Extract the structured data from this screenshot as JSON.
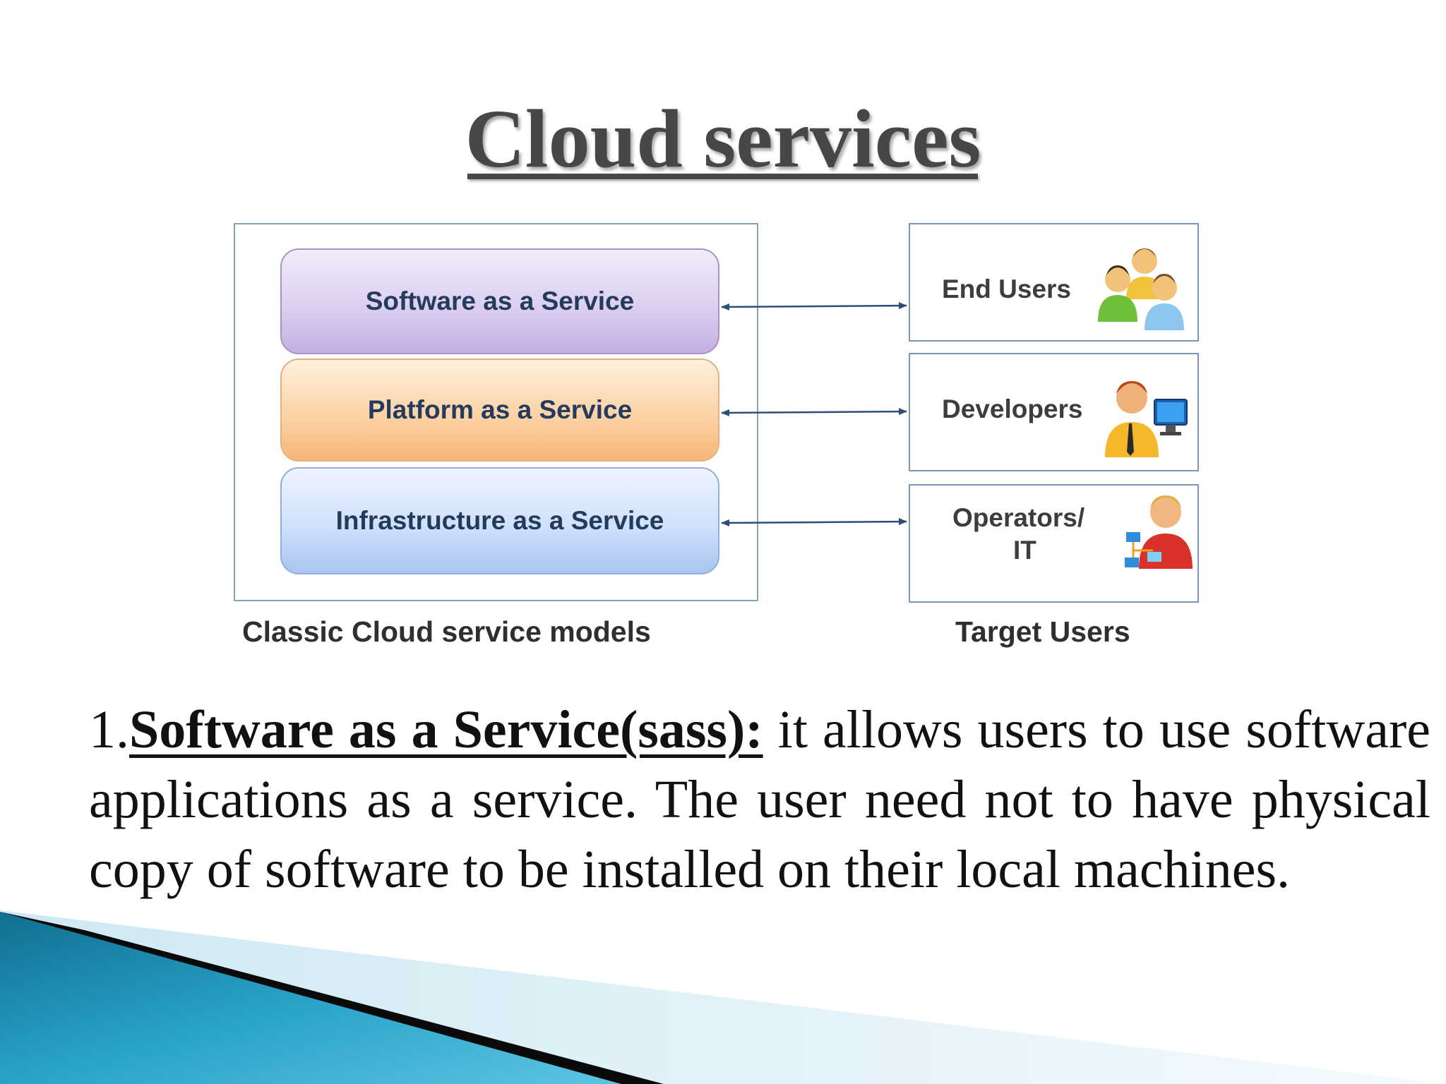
{
  "slide": {
    "title": "Cloud services"
  },
  "diagram": {
    "models": [
      {
        "label": "Software as a Service"
      },
      {
        "label": "Platform as a Service"
      },
      {
        "label": "Infrastructure as a Service"
      }
    ],
    "models_caption": "Classic Cloud service models",
    "users": [
      {
        "label": "End Users",
        "icon": "end-users-icon"
      },
      {
        "label": "Developers",
        "icon": "developer-icon"
      },
      {
        "label": "Operators/",
        "label2": "IT",
        "icon": "operator-icon"
      }
    ],
    "users_caption": "Target Users"
  },
  "body": {
    "number": "1.",
    "term": "Software as a Service(sass):",
    "text": " it allows users to use software applications as a service. The user need not to have physical copy of software to be installed on their local machines."
  },
  "colors": {
    "title": "#474747",
    "saas": "#dccff0",
    "paas": "#fcd3a6",
    "iaas": "#cfe0fb",
    "accent_corner": "#1c8fb5"
  }
}
